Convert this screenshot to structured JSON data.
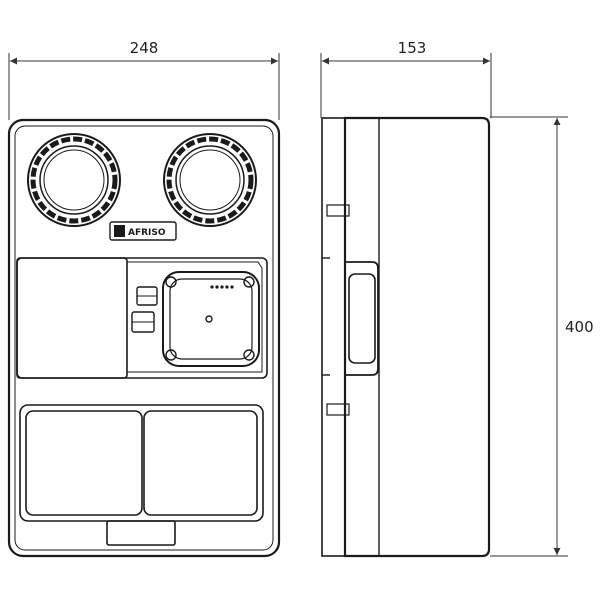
{
  "dimensions": {
    "width": "248",
    "depth": "153",
    "height": "400"
  },
  "logo": {
    "text": "AFRISO"
  },
  "colors": {
    "stroke": "#1a1a1a",
    "background": "#ffffff"
  }
}
